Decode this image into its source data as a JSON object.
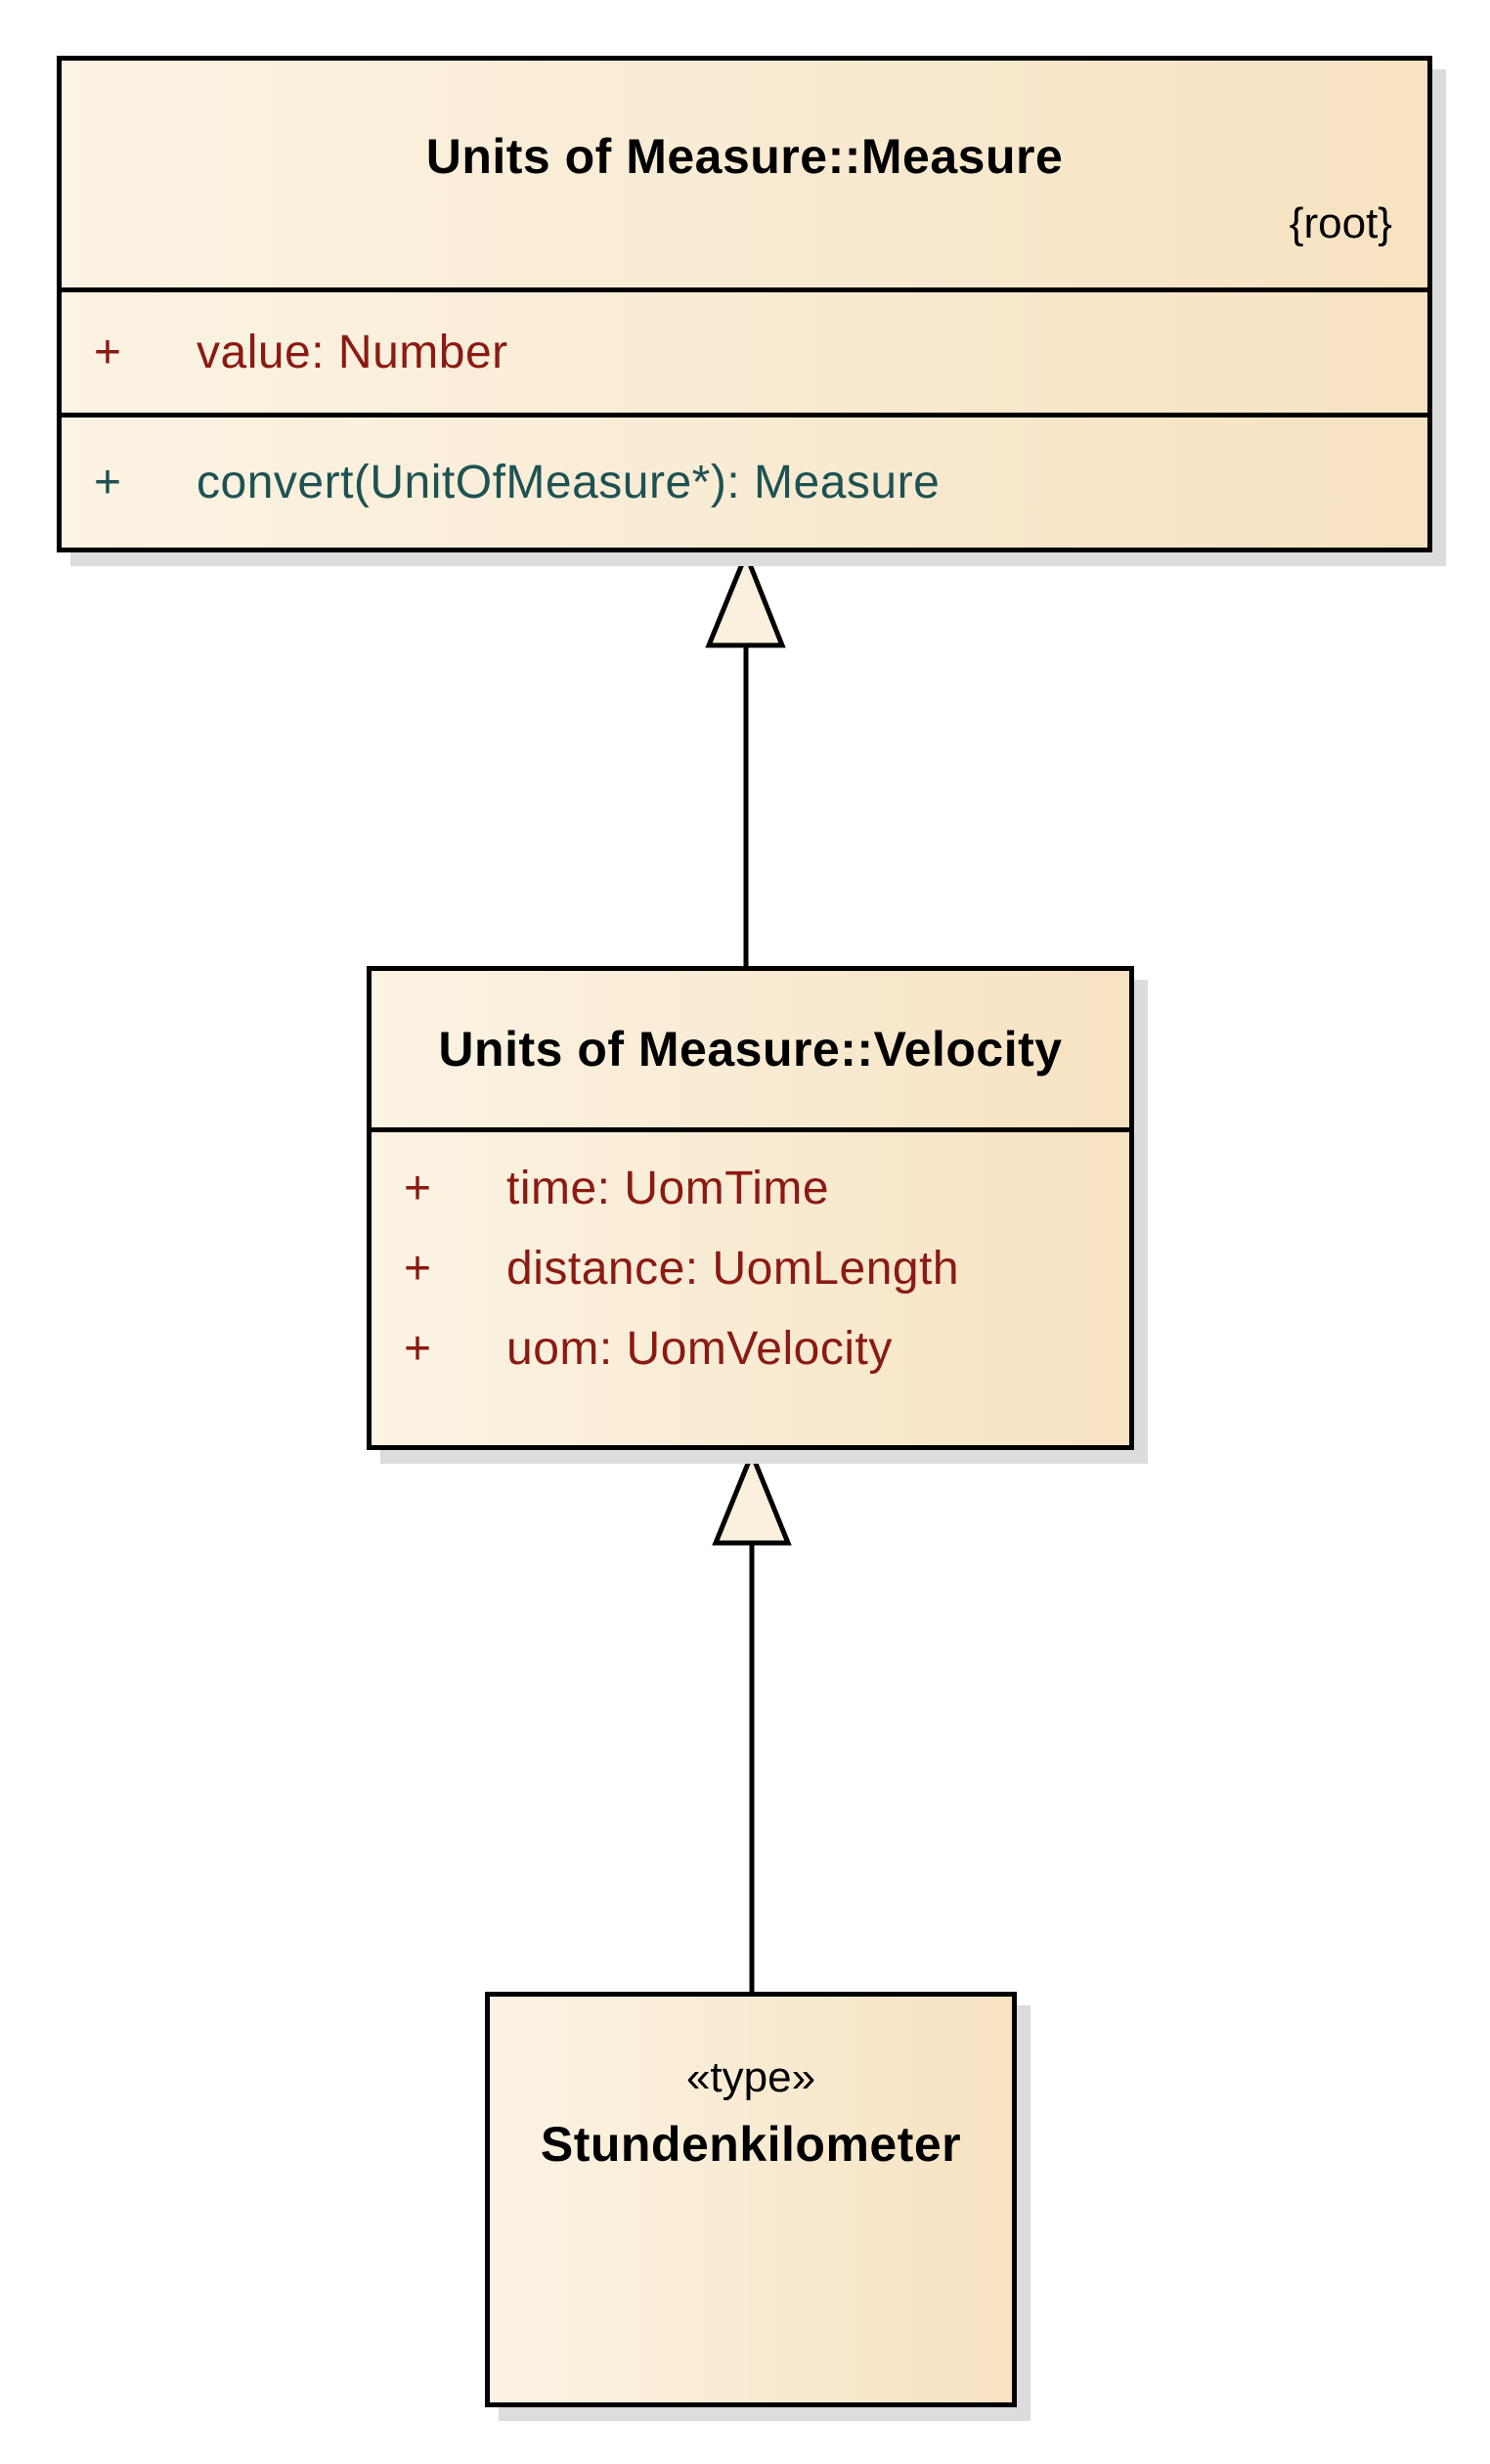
{
  "diagram": {
    "type": "uml-class-diagram",
    "classes": [
      {
        "name": "Units of Measure::Measure",
        "tag": "{root}",
        "attributes": [
          {
            "visibility": "+",
            "text": "value: Number"
          }
        ],
        "operations": [
          {
            "visibility": "+",
            "text": "convert(UnitOfMeasure*): Measure"
          }
        ]
      },
      {
        "name": "Units of Measure::Velocity",
        "attributes": [
          {
            "visibility": "+",
            "text": "time: UomTime"
          },
          {
            "visibility": "+",
            "text": "distance: UomLength"
          },
          {
            "visibility": "+",
            "text": "uom: UomVelocity"
          }
        ],
        "operations": []
      },
      {
        "name": "Stundenkilometer",
        "stereotype": "«type»",
        "attributes": [],
        "operations": []
      }
    ],
    "relationships": [
      {
        "type": "generalization",
        "from": "Units of Measure::Velocity",
        "to": "Units of Measure::Measure"
      },
      {
        "type": "generalization",
        "from": "Stundenkilometer",
        "to": "Units of Measure::Velocity"
      }
    ],
    "colors": {
      "class_fill_left": "#fbf3e3",
      "class_fill_right": "#f7e2c1",
      "border": "#000000",
      "shadow": "#dcdcdc",
      "title_text": "#000000",
      "attribute_text": "#8b1a13",
      "operation_text": "#1e5252",
      "arrowhead_fill": "#faf0dd"
    }
  }
}
